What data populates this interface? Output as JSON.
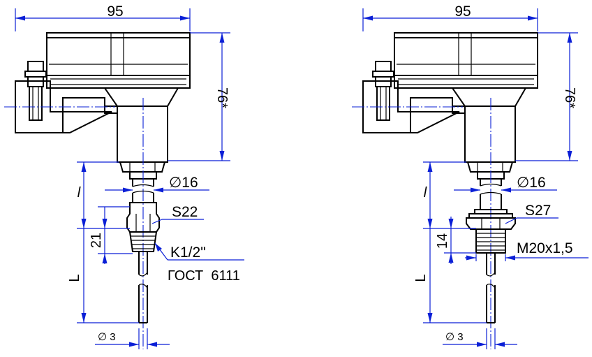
{
  "left_view": {
    "width_dim": "95",
    "height_dim": "76*",
    "length_l": "l",
    "length_L": "L",
    "diameter_16": "∅16",
    "wrench_size": "S22",
    "thread_length": "21",
    "thread": "K1/2\"",
    "standard": "ГОСТ  6111",
    "probe_diameter": "∅ 3"
  },
  "right_view": {
    "width_dim": "95",
    "height_dim": "76*",
    "length_l": "l",
    "length_L": "L",
    "diameter_16": "∅16",
    "wrench_size": "S27",
    "thread_length": "14",
    "thread": "M20x1,5",
    "probe_diameter": "∅ 3"
  },
  "colors": {
    "outline": "#000000",
    "dimension": "#0a1fd6"
  }
}
